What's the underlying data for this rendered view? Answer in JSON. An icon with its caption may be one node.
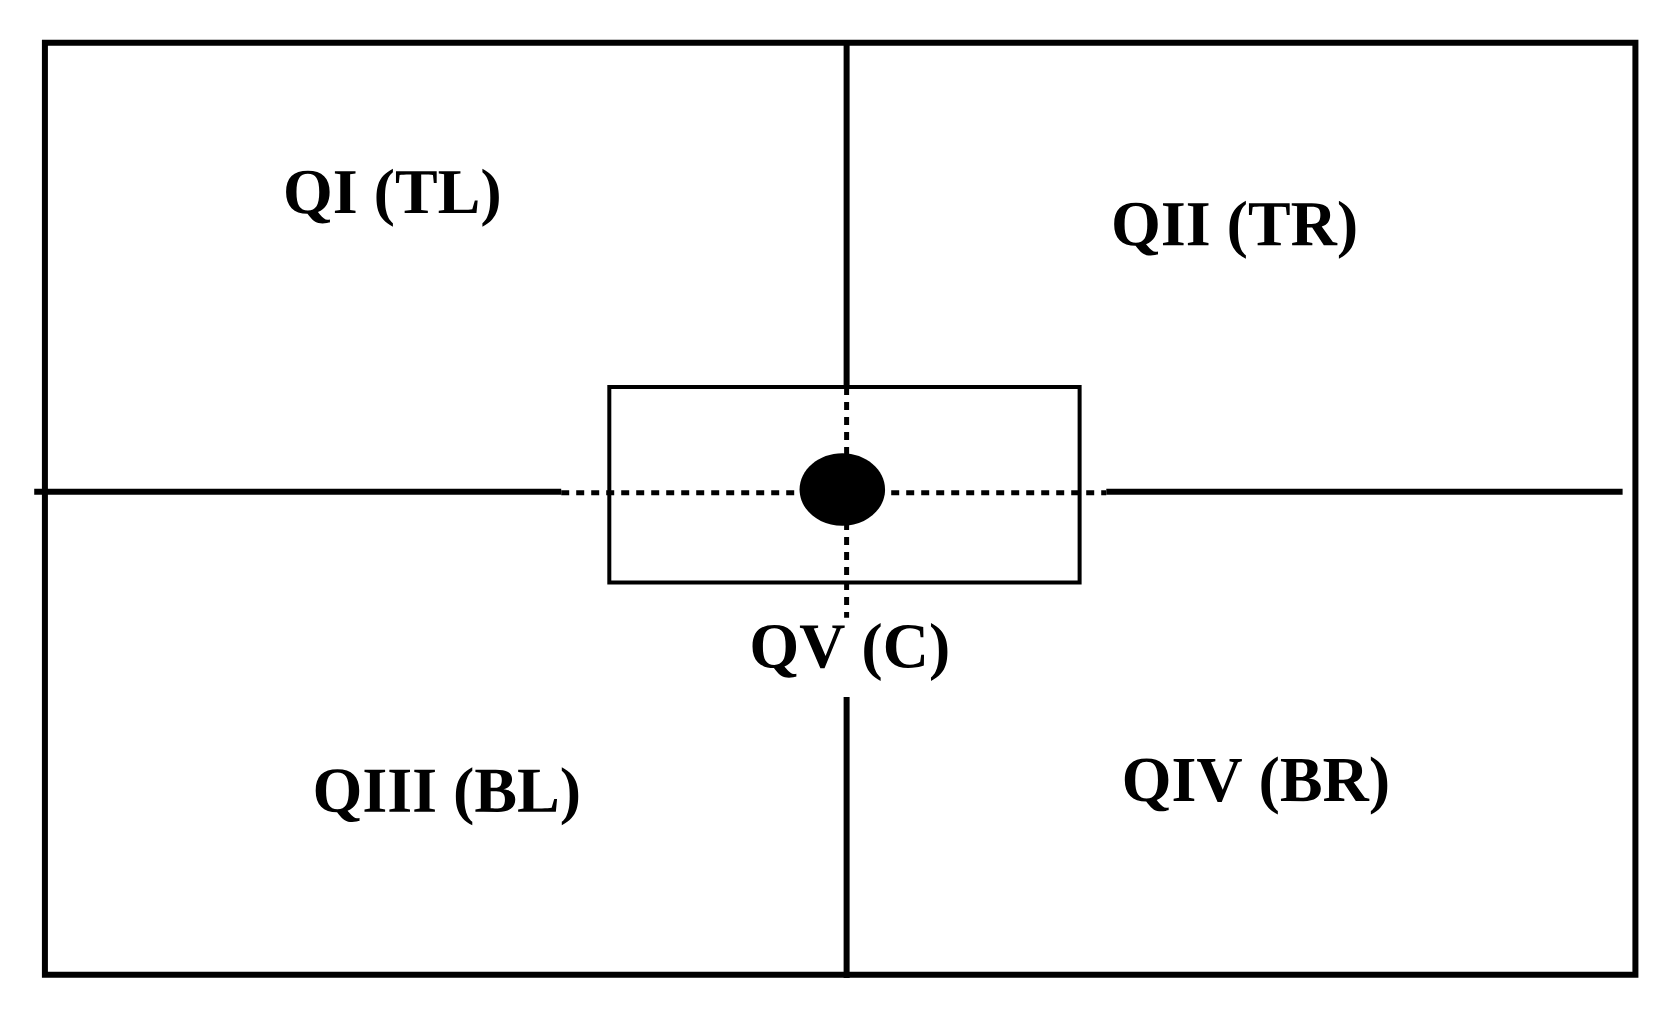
{
  "diagram": {
    "nodes": [
      {
        "text": [],
        "shape": "circle"
      }
    ],
    "labels": [
      "QI (TL)",
      "QII (TR)",
      "QV (C)",
      "QIII (BL)",
      "QIV (BR)"
    ]
  }
}
